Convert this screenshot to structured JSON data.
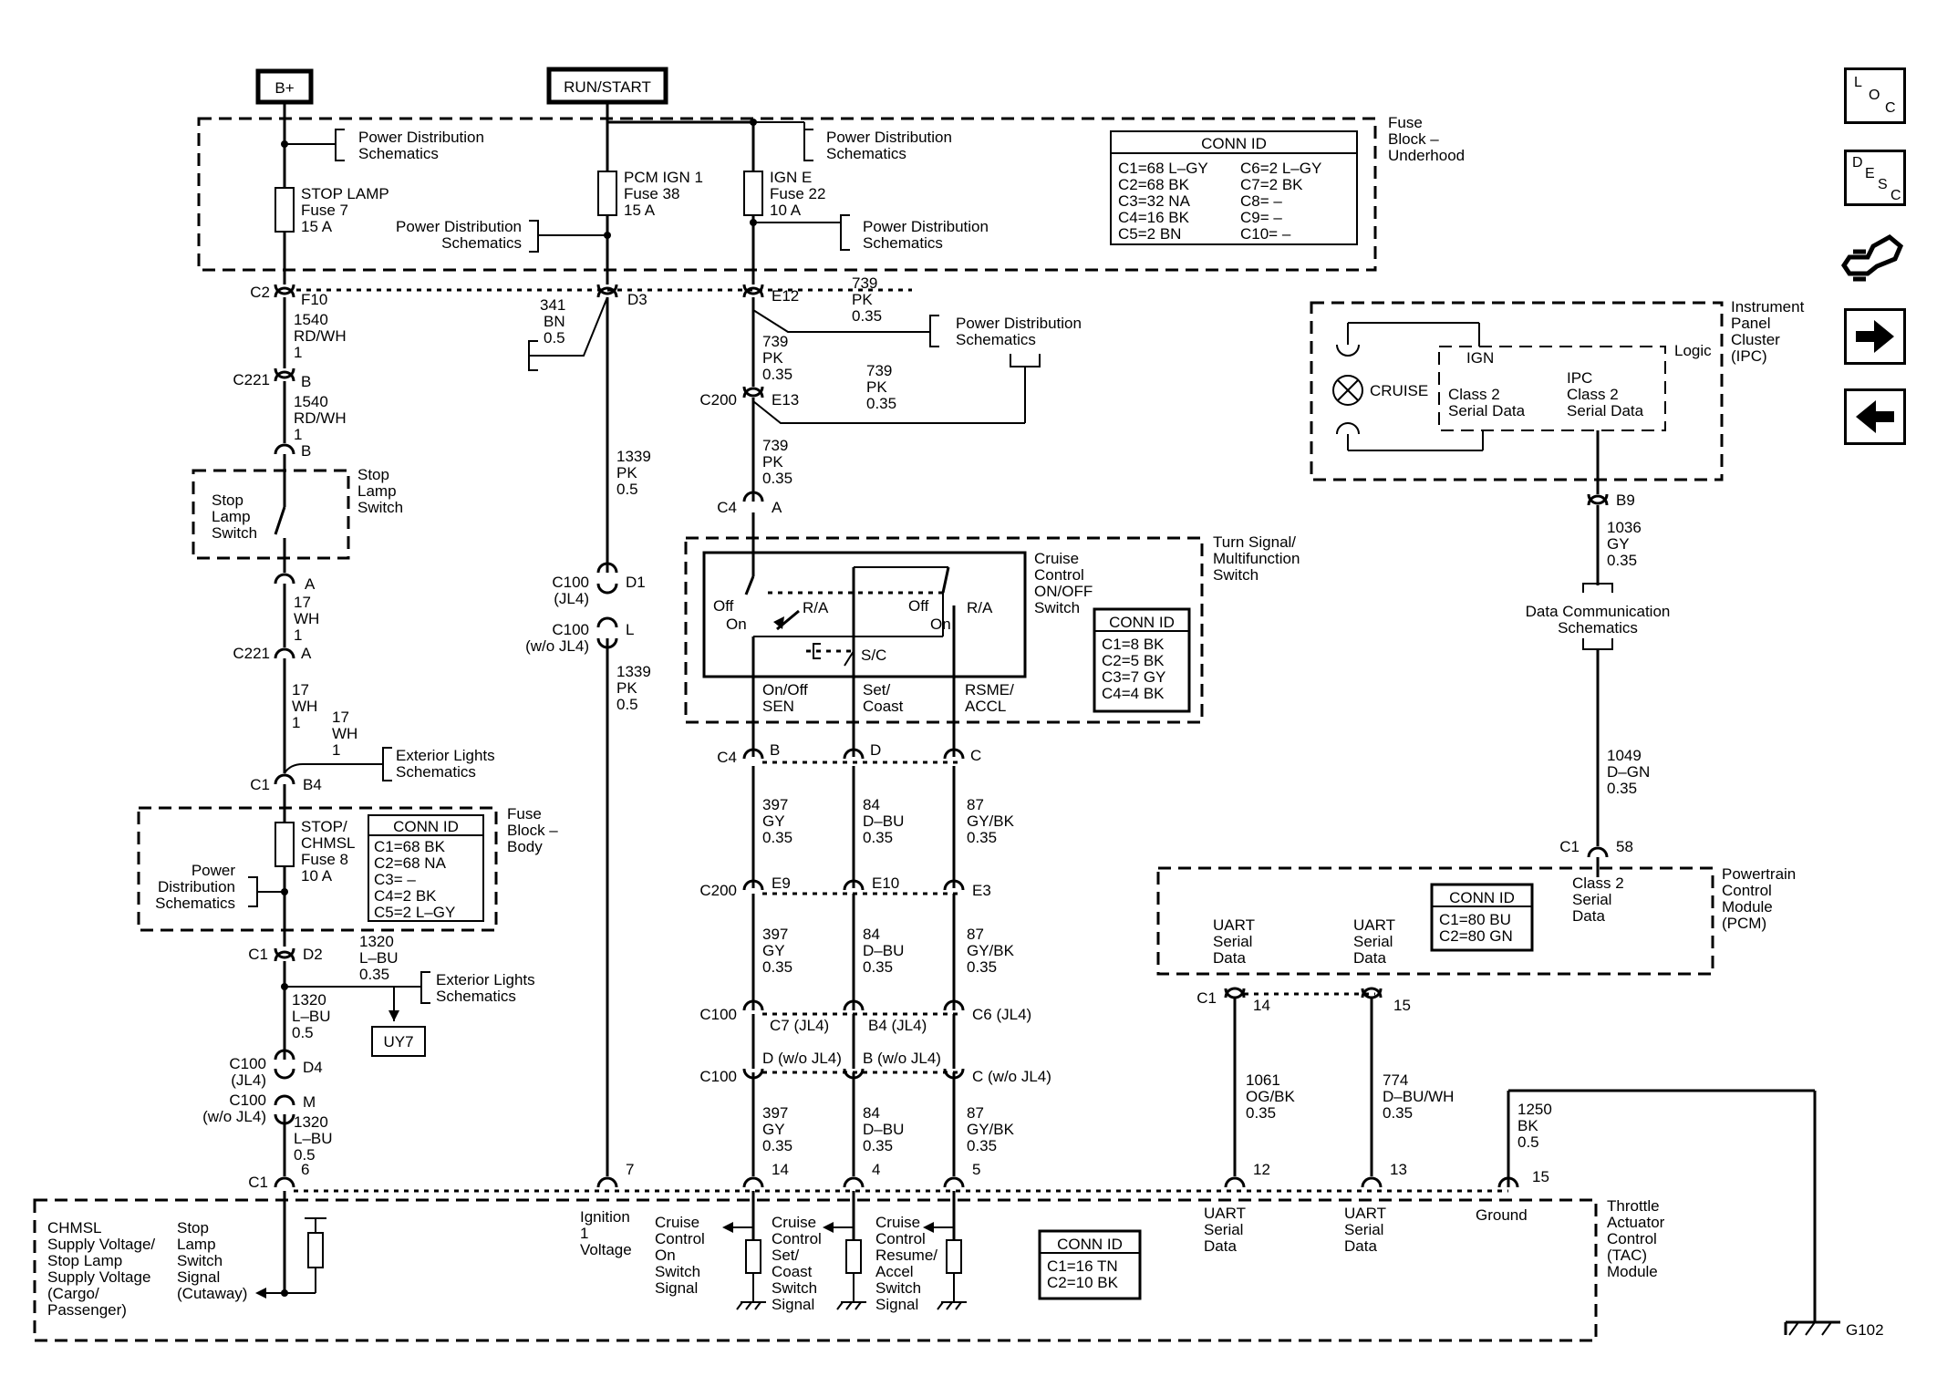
{
  "sources": {
    "b_plus": "B+",
    "run_start": "RUN/START"
  },
  "fuse_block_underhood": {
    "title": [
      "Fuse",
      "Block –",
      "Underhood"
    ],
    "conn_id": {
      "title": "CONN ID",
      "left": [
        "C1=68 L–GY",
        "C2=68 BK",
        "C3=32 NA",
        "C4=16 BK",
        "C5=2 BN"
      ],
      "right": [
        "C6=2 L–GY",
        "C7=2 BK",
        "C8= –",
        "C9= –",
        "C10= –"
      ]
    },
    "pds_1": [
      "Power Distribution",
      "Schematics"
    ],
    "pds_2": [
      "Power Distribution",
      "Schematics"
    ],
    "pds_3": [
      "Power Distribution",
      "Schematics"
    ],
    "pds_4": [
      "Power Distribution",
      "Schematics"
    ],
    "fuse_stop": [
      "STOP LAMP",
      "Fuse 7",
      "15 A"
    ],
    "fuse_pcm": [
      "PCM IGN 1",
      "Fuse 38",
      "15 A"
    ],
    "fuse_igne": [
      "IGN E",
      "Fuse 22",
      "10 A"
    ]
  },
  "left_circuit": {
    "c2": "C2",
    "f10": "F10",
    "w1540a": [
      "1540",
      "RD/WH",
      "1"
    ],
    "c221a": "C221",
    "b1": "B",
    "w1540b": [
      "1540",
      "RD/WH",
      "1"
    ],
    "b2": "B",
    "sls_inner": [
      "Stop",
      "Lamp",
      "Switch"
    ],
    "sls_outer": [
      "Stop",
      "Lamp",
      "Switch"
    ],
    "a1": "A",
    "w17a": [
      "17",
      "WH",
      "1"
    ],
    "c221b": "C221",
    "a2": "A",
    "w17b": [
      "17",
      "WH",
      "1"
    ],
    "w17c": [
      "17",
      "WH",
      "1"
    ],
    "ext1": [
      "Exterior Lights",
      "Schematics"
    ],
    "c1a": "C1",
    "b4": "B4",
    "fuse_body_title": [
      "Fuse",
      "Block –",
      "Body"
    ],
    "fuse_chmsl": [
      "STOP/",
      "CHMSL",
      "Fuse 8",
      "10 A"
    ],
    "conn_body": {
      "title": "CONN ID",
      "items": [
        "C1=68 BK",
        "C2=68 NA",
        "C3= –",
        "C4=2 BK",
        "C5=2 L–GY"
      ]
    },
    "pds_body": [
      "Power",
      "Distribution",
      "Schematics"
    ],
    "c1b": "C1",
    "d2": "D2",
    "w1320a": [
      "1320",
      "L–BU",
      "0.35"
    ],
    "ext2": [
      "Exterior Lights",
      "Schematics"
    ],
    "uy7": "UY7",
    "w1320b": [
      "1320",
      "L–BU",
      "0.5"
    ],
    "c100a": [
      "C100",
      "(JL4)"
    ],
    "d4": "D4",
    "c100b": [
      "C100",
      "(w/o JL4)"
    ],
    "m": "M",
    "w1320c": [
      "1320",
      "L–BU",
      "0.5"
    ],
    "c1c": "C1",
    "p6": "6"
  },
  "ign_circuit": {
    "d3": "D3",
    "w341": [
      "341",
      "BN",
      "0.5"
    ],
    "w1339a": [
      "1339",
      "PK",
      "0.5"
    ],
    "c100a": [
      "C100",
      "(JL4)"
    ],
    "d1": "D1",
    "c100b": [
      "C100",
      "(w/o JL4)"
    ],
    "l": "L",
    "w1339b": [
      "1339",
      "PK",
      "0.5"
    ],
    "p7": "7"
  },
  "cruise_feed": {
    "e12": "E12",
    "w739a": [
      "739",
      "PK",
      "0.35"
    ],
    "pds": [
      "Power Distribution",
      "Schematics"
    ],
    "w739b": [
      "739",
      "PK",
      "0.35"
    ],
    "w739c": [
      "739",
      "PK",
      "0.35"
    ],
    "c200": "C200",
    "e13": "E13",
    "w739d": [
      "739",
      "PK",
      "0.35"
    ],
    "c4": "C4",
    "a": "A"
  },
  "turn_signal": {
    "title": [
      "Turn Signal/",
      "Multifunction",
      "Switch"
    ],
    "cruise_switch": [
      "Cruise",
      "Control",
      "ON/OFF",
      "Switch"
    ],
    "off1": "Off",
    "ra1": "R/A",
    "on1": "On",
    "off2": "Off",
    "ra2": "R/A",
    "on2": "On",
    "sc": "S/C",
    "out1": [
      "On/Off",
      "SEN"
    ],
    "out2": [
      "Set/",
      "Coast"
    ],
    "out3": [
      "RSME/",
      "ACCL"
    ],
    "conn": {
      "title": "CONN ID",
      "items": [
        "C1=8 BK",
        "C2=5 BK",
        "C3=7 GY",
        "C4=4 BK"
      ]
    }
  },
  "cruise_wires": {
    "c4": "C4",
    "b": "B",
    "d": "D",
    "c": "C",
    "w397": [
      "397",
      "GY",
      "0.35"
    ],
    "w84": [
      "84",
      "D–BU",
      "0.35"
    ],
    "w87": [
      "87",
      "GY/BK",
      "0.35"
    ],
    "c200": "C200",
    "e9": "E9",
    "e10": "E10",
    "e3": "E3",
    "c100a": "C100",
    "c7": "C7 (JL4)",
    "b4": "B4 (JL4)",
    "c6": "C6 (JL4)",
    "c100b": "C100",
    "dwo": "D (w/o JL4)",
    "bwo": "B (w/o JL4)",
    "cwo": "C (w/o JL4)",
    "p14": "14",
    "p4": "4",
    "p5": "5"
  },
  "ipc": {
    "title": [
      "Instrument",
      "Panel",
      "Cluster",
      "(IPC)"
    ],
    "logic": "Logic",
    "cruise": "CRUISE",
    "ign": "IGN",
    "class2": [
      "Class 2",
      "Serial Data"
    ],
    "ipc_class2": [
      "IPC",
      "Class 2",
      "Serial Data"
    ],
    "b9": "B9",
    "w1036": [
      "1036",
      "GY",
      "0.35"
    ],
    "dcs": [
      "Data Communication",
      "Schematics"
    ],
    "w1049": [
      "1049",
      "D–GN",
      "0.35"
    ],
    "c1": "C1",
    "p58": "58"
  },
  "pcm": {
    "title": [
      "Powertrain",
      "Control",
      "Module",
      "(PCM)"
    ],
    "conn": {
      "title": "CONN ID",
      "items": [
        "C1=80 BU",
        "C2=80 GN"
      ]
    },
    "class2": [
      "Class 2",
      "Serial",
      "Data"
    ],
    "uart1": [
      "UART",
      "Serial",
      "Data"
    ],
    "uart2": [
      "UART",
      "Serial",
      "Data"
    ],
    "c1": "C1",
    "p14": "14",
    "p15": "15",
    "w1061": [
      "1061",
      "OG/BK",
      "0.35"
    ],
    "w774": [
      "774",
      "D–BU/WH",
      "0.35"
    ]
  },
  "tac": {
    "title": [
      "Throttle",
      "Actuator",
      "Control",
      "(TAC)",
      "Module"
    ],
    "chmsl": [
      "CHMSL",
      "Supply Voltage/",
      "Stop Lamp",
      "Supply Voltage",
      "(Cargo/",
      "Passenger)"
    ],
    "sls_signal": [
      "Stop",
      "Lamp",
      "Switch",
      "Signal",
      "(Cutaway)"
    ],
    "ign_voltage": [
      "Ignition",
      "1",
      "Voltage"
    ],
    "ccs1": [
      "Cruise",
      "Control",
      "On",
      "Switch",
      "Signal"
    ],
    "ccs2": [
      "Cruise",
      "Control",
      "Set/",
      "Coast",
      "Switch",
      "Signal"
    ],
    "ccs3": [
      "Cruise",
      "Control",
      "Resume/",
      "Accel",
      "Switch",
      "Signal"
    ],
    "conn": {
      "title": "CONN ID",
      "items": [
        "C1=16 TN",
        "C2=10 BK"
      ]
    },
    "uart1": [
      "UART",
      "Serial",
      "Data"
    ],
    "uart2": [
      "UART",
      "Serial",
      "Data"
    ],
    "ground": "Ground",
    "w1250": [
      "1250",
      "BK",
      "0.5"
    ],
    "p12": "12",
    "p13": "13",
    "p15": "15",
    "c1": "C1",
    "g102": "G102"
  },
  "nav": {
    "loc": [
      "L",
      "O",
      "C"
    ],
    "desc": [
      "D",
      "E",
      "S",
      "C"
    ]
  }
}
